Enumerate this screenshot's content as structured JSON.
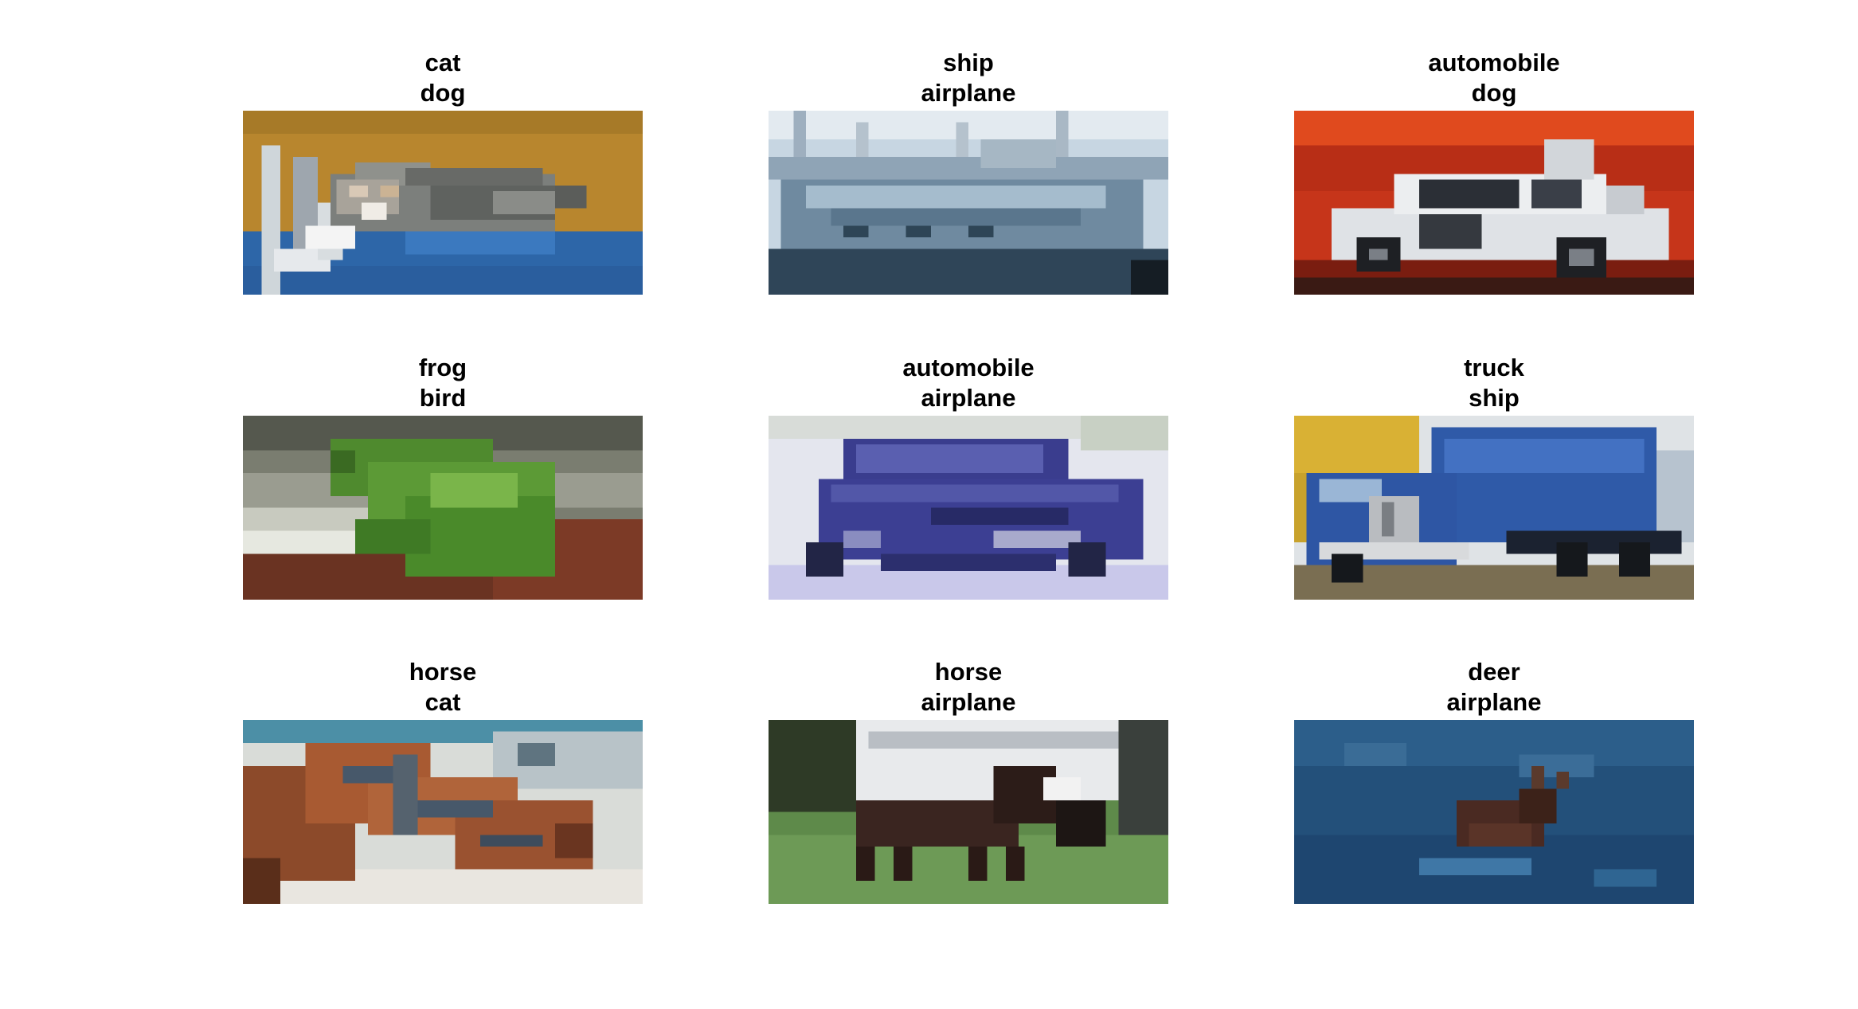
{
  "panels": [
    {
      "true_label": "cat",
      "predicted_label": "dog",
      "subject": "cat"
    },
    {
      "true_label": "ship",
      "predicted_label": "airplane",
      "subject": "ship"
    },
    {
      "true_label": "automobile",
      "predicted_label": "dog",
      "subject": "automobile"
    },
    {
      "true_label": "frog",
      "predicted_label": "bird",
      "subject": "frog"
    },
    {
      "true_label": "automobile",
      "predicted_label": "airplane",
      "subject": "automobile"
    },
    {
      "true_label": "truck",
      "predicted_label": "ship",
      "subject": "truck"
    },
    {
      "true_label": "horse",
      "predicted_label": "cat",
      "subject": "horse"
    },
    {
      "true_label": "horse",
      "predicted_label": "airplane",
      "subject": "horse"
    },
    {
      "true_label": "deer",
      "predicted_label": "airplane",
      "subject": "deer"
    }
  ]
}
